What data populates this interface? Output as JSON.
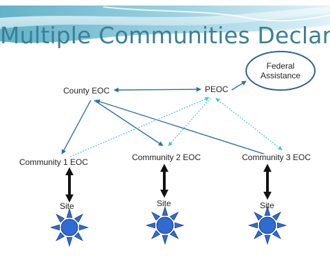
{
  "title": "Multiple Communities Declare",
  "nodes": {
    "county": "County EOC",
    "peoc": "PEOC",
    "federal_line1": "Federal",
    "federal_line2": "Assistance",
    "community1": "Community 1 EOC",
    "community2": "Community 2 EOC",
    "community3": "Community 3 EOC",
    "site1": "Site",
    "site2": "Site",
    "site3": "Site"
  },
  "colors": {
    "title": "#3a7f98",
    "solid_arrow": "#2e6fa8",
    "dotted_arrow": "#3cc2dc",
    "federal_ellipse": "#2e5e9e",
    "site_icon": "#2f6bd0",
    "site_icon_outline": "#1b3f88",
    "thick_arrow": "#111111",
    "banner_dark": "#4aa4bc",
    "banner_light": "#cfeaf2"
  },
  "icons": [
    "site-burst-icon"
  ]
}
